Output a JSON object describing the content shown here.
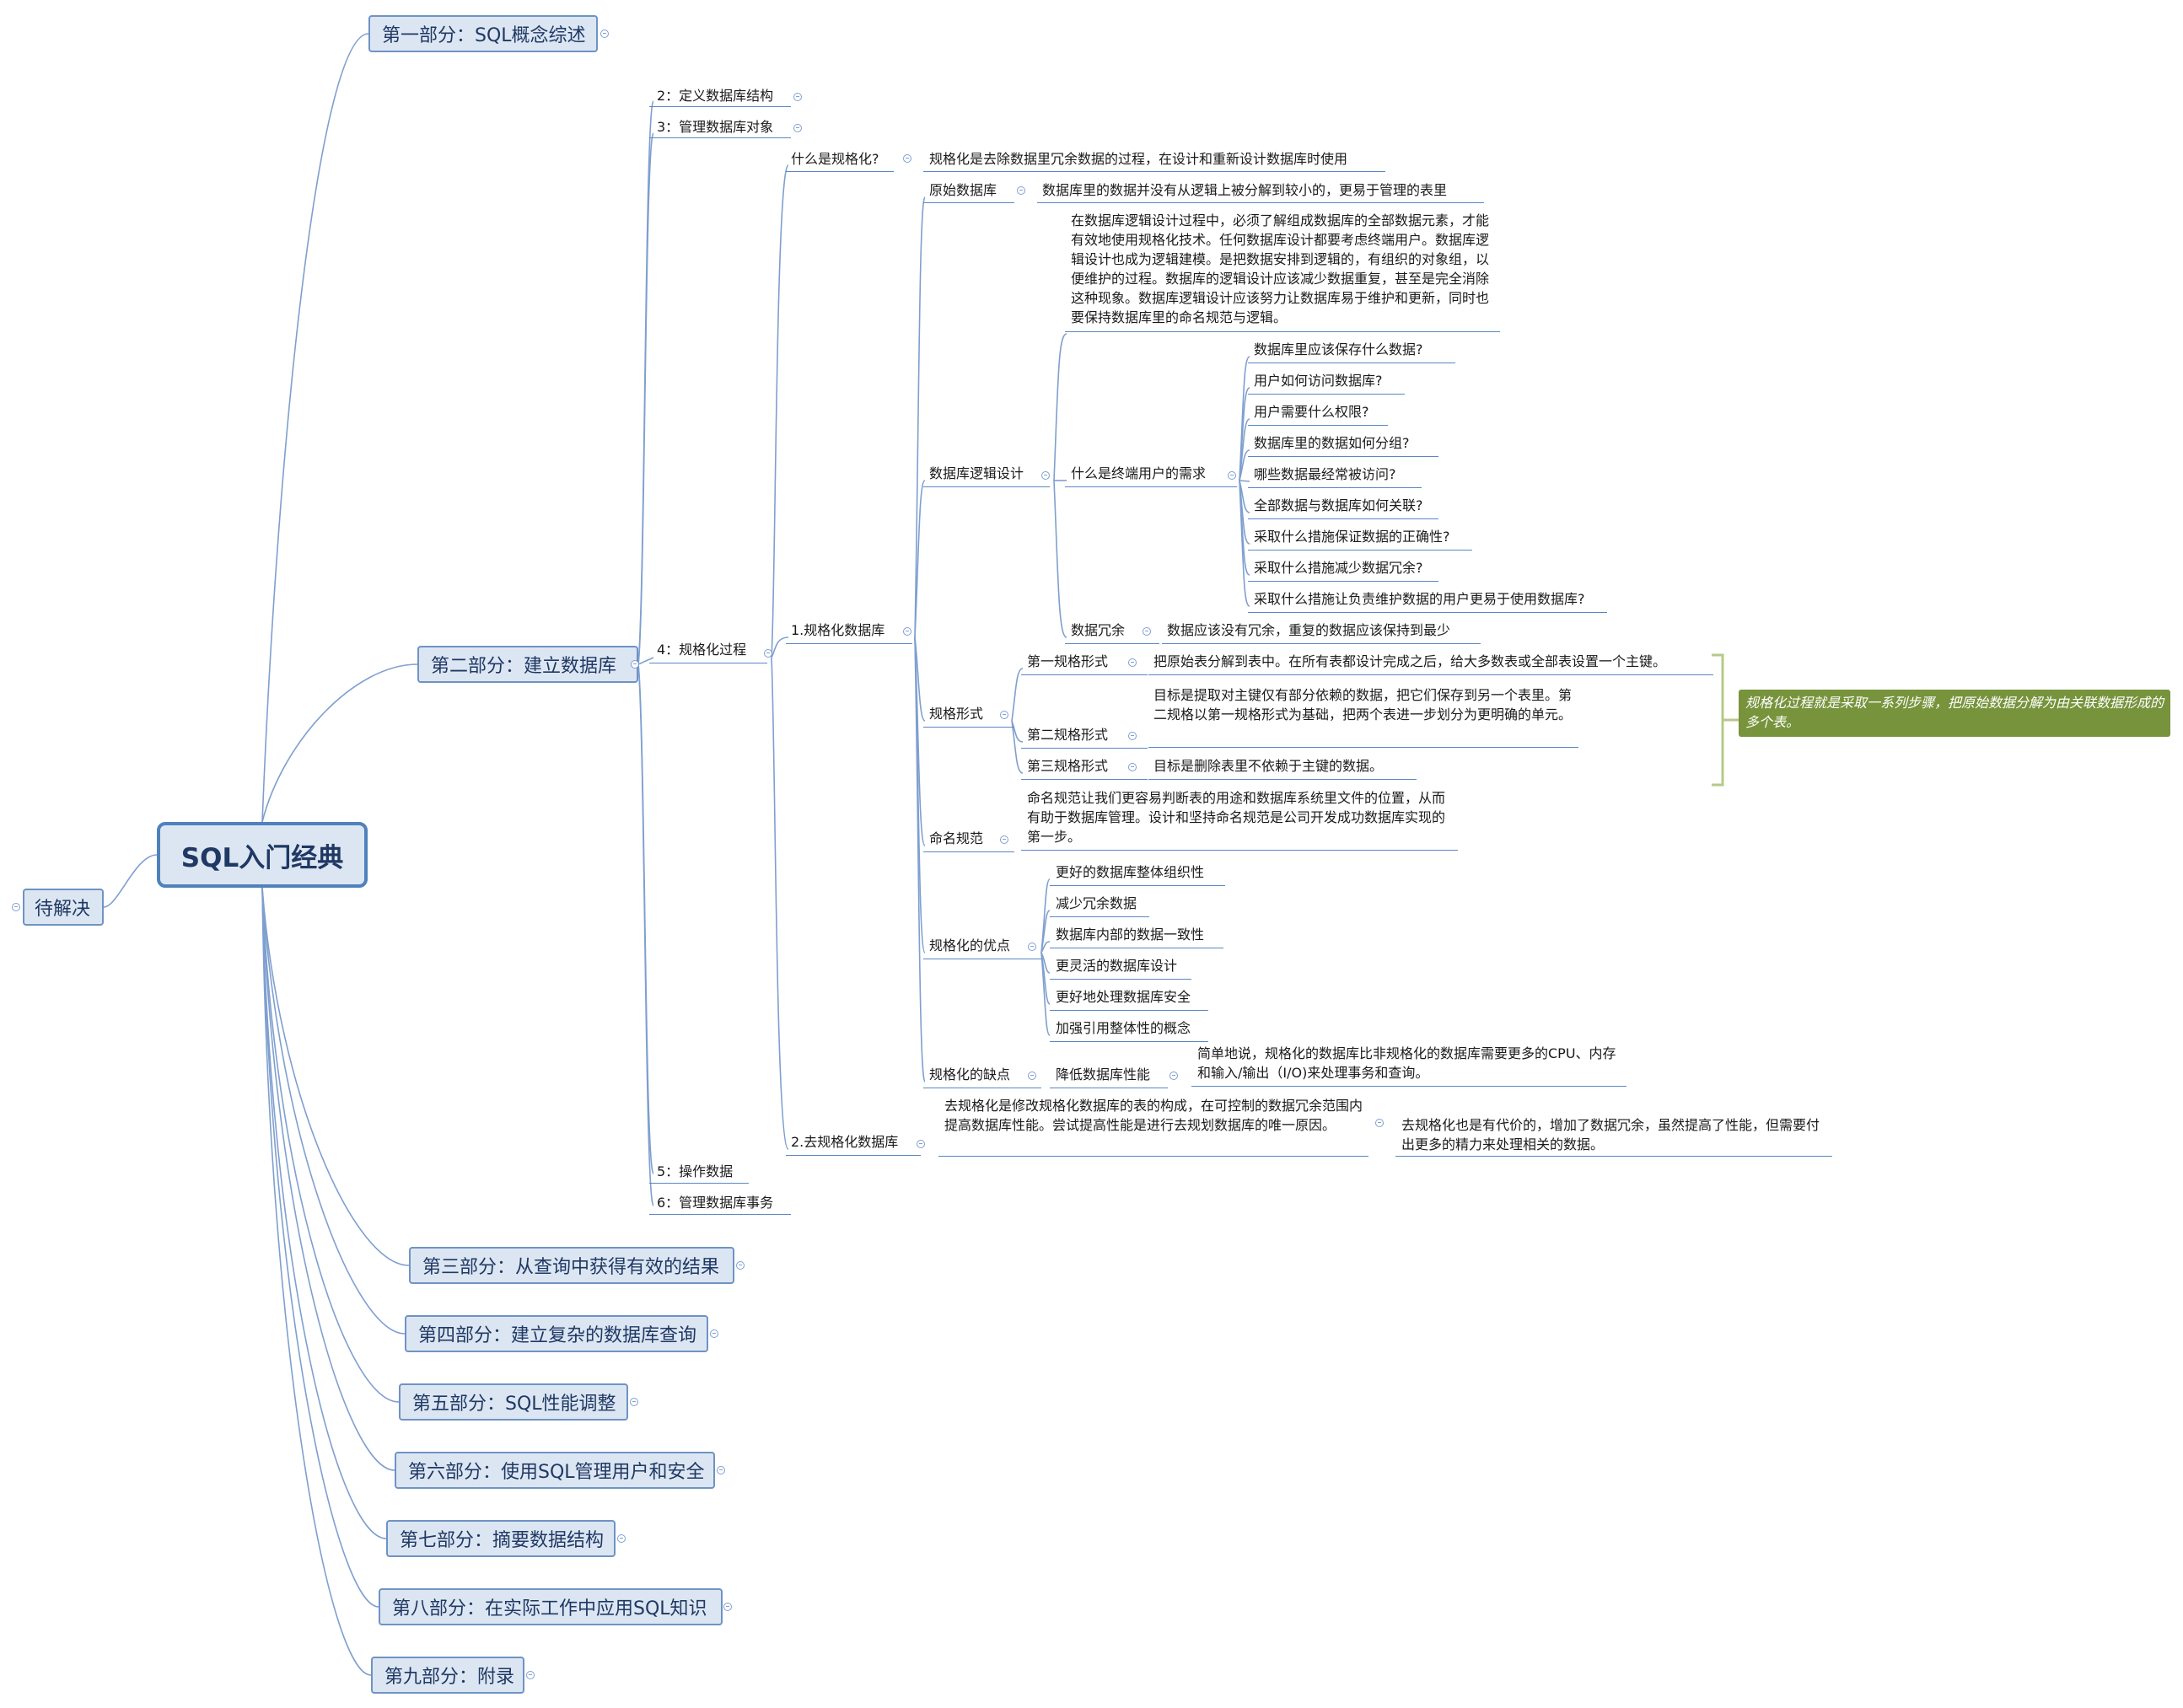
{
  "root": {
    "label": "SQL入门经典"
  },
  "side": {
    "label": "待解决"
  },
  "parts": [
    "第一部分：SQL概念综述",
    "第二部分：建立数据库",
    "第三部分：从查询中获得有效的结果",
    "第四部分：建立复杂的数据库查询",
    "第五部分：SQL性能调整",
    "第六部分：使用SQL管理用户和安全",
    "第七部分：摘要数据结构",
    "第八部分：在实际工作中应用SQL知识",
    "第九部分：附录"
  ],
  "part2": {
    "chapters": [
      "2：定义数据库结构",
      "3：管理数据库对象",
      "4：规格化过程",
      "5：操作数据",
      "6：管理数据库事务"
    ],
    "ch4": {
      "what_is": "什么是规格化?",
      "what_is_desc": "规格化是去除数据里冗余数据的过程，在设计和重新设计数据库时使用",
      "normalize": "1.规格化数据库",
      "denormalize": "2.去规格化数据库"
    },
    "normalize": {
      "raw_db": "原始数据库",
      "raw_db_desc": "数据库里的数据并没有从逻辑上被分解到较小的，更易于管理的表里",
      "logic_design": "数据库逻辑设计",
      "logic_design_desc": "在数据库逻辑设计过程中，必须了解组成数据库的全部数据元素，才能有效地使用规格化技术。任何数据库设计都要考虑终端用户。数据库逻辑设计也成为逻辑建模。是把数据安排到逻辑的，有组织的对象组，以便维护的过程。数据库的逻辑设计应该减少数据重复，甚至是完全消除这种现象。数据库逻辑设计应该努力让数据库易于维护和更新，同时也要保持数据库里的命名规范与逻辑。",
      "user_needs": "什么是终端用户的需求",
      "questions": [
        "数据库里应该保存什么数据?",
        "用户如何访问数据库?",
        "用户需要什么权限?",
        "数据库里的数据如何分组?",
        "哪些数据最经常被访问?",
        "全部数据与数据库如何关联?",
        "采取什么措施保证数据的正确性?",
        "采取什么措施减少数据冗余?",
        "采取什么措施让负责维护数据的用户更易于使用数据库?"
      ],
      "redundancy": "数据冗余",
      "redundancy_desc": "数据应该没有冗余，重复的数据应该保持到最少",
      "forms": "规格形式",
      "nf1": "第一规格形式",
      "nf1_desc": "把原始表分解到表中。在所有表都设计完成之后，给大多数表或全部表设置一个主键。",
      "nf2": "第二规格形式",
      "nf2_desc": "目标是提取对主键仅有部分依赖的数据，把它们保存到另一个表里。第二规格以第一规格形式为基础，把两个表进一步划分为更明确的单元。",
      "nf3": "第三规格形式",
      "nf3_desc": "目标是删除表里不依赖于主键的数据。",
      "forms_note": "规格化过程就是采取一系列步骤，把原始数据分解为由关联数据形成的多个表。",
      "naming": "命名规范",
      "naming_desc": "命名规范让我们更容易判断表的用途和数据库系统里文件的位置，从而有助于数据库管理。设计和坚持命名规范是公司开发成功数据库实现的第一步。",
      "advantages": "规格化的优点",
      "advantage_items": [
        "更好的数据库整体组织性",
        "减少冗余数据",
        "数据库内部的数据一致性",
        "更灵活的数据库设计",
        "更好地处理数据库安全",
        "加强引用整体性的概念"
      ],
      "disadvantages": "规格化的缺点",
      "perf": "降低数据库性能",
      "perf_desc": "简单地说，规格化的数据库比非规格化的数据库需要更多的CPU、内存和输入/输出（I/O)来处理事务和查询。"
    },
    "denormalize": {
      "desc": "去规格化是修改规格化数据库的表的构成，在可控制的数据冗余范围内提高数据库性能。尝试提高性能是进行去规划数据库的唯一原因。",
      "cost": "去规格化也是有代价的，增加了数据冗余，虽然提高了性能，但需要付出更多的精力来处理相关的数据。"
    }
  },
  "colors": {
    "line": "#6f93c4",
    "box_fill": "#dce6f2",
    "box_border": "#4f81bd",
    "note_fill": "#77933c",
    "bracket": "#b5c98a"
  }
}
